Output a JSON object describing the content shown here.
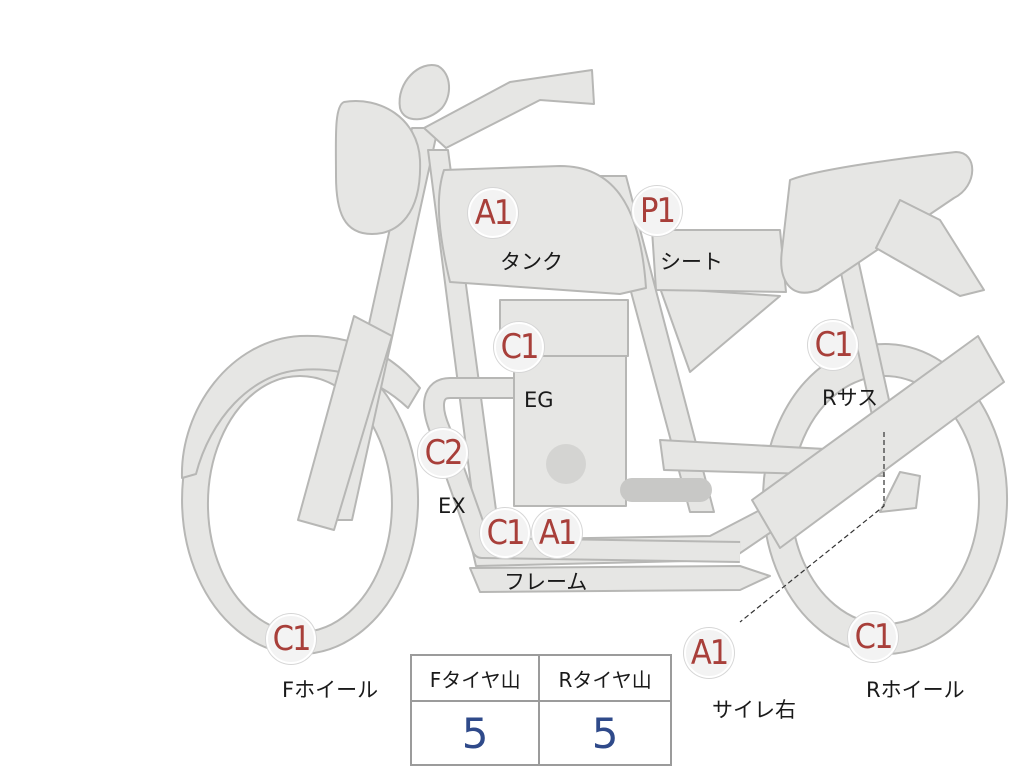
{
  "diagram": {
    "colors": {
      "body_fill": "#e6e6e4",
      "body_stroke": "#b7b7b5",
      "badge_text": "#a83f3a",
      "value_text": "#2f4a8a"
    },
    "parts": [
      {
        "code": "A1",
        "label": "タンク"
      },
      {
        "code": "P1",
        "label": "シート"
      },
      {
        "code": "C1",
        "label": "EG"
      },
      {
        "code": "C1",
        "label": "Rサス"
      },
      {
        "code": "C2",
        "label": "EX"
      },
      {
        "code": "C1",
        "label": ""
      },
      {
        "code": "A1",
        "label": "フレーム"
      },
      {
        "code": "C1",
        "label": "Fホイール"
      },
      {
        "code": "A1",
        "label": "サイレ右"
      },
      {
        "code": "C1",
        "label": "Rホイール"
      }
    ],
    "tire_table": {
      "headers": [
        "Fタイヤ山",
        "Rタイヤ山"
      ],
      "values": [
        "5",
        "5"
      ]
    }
  }
}
